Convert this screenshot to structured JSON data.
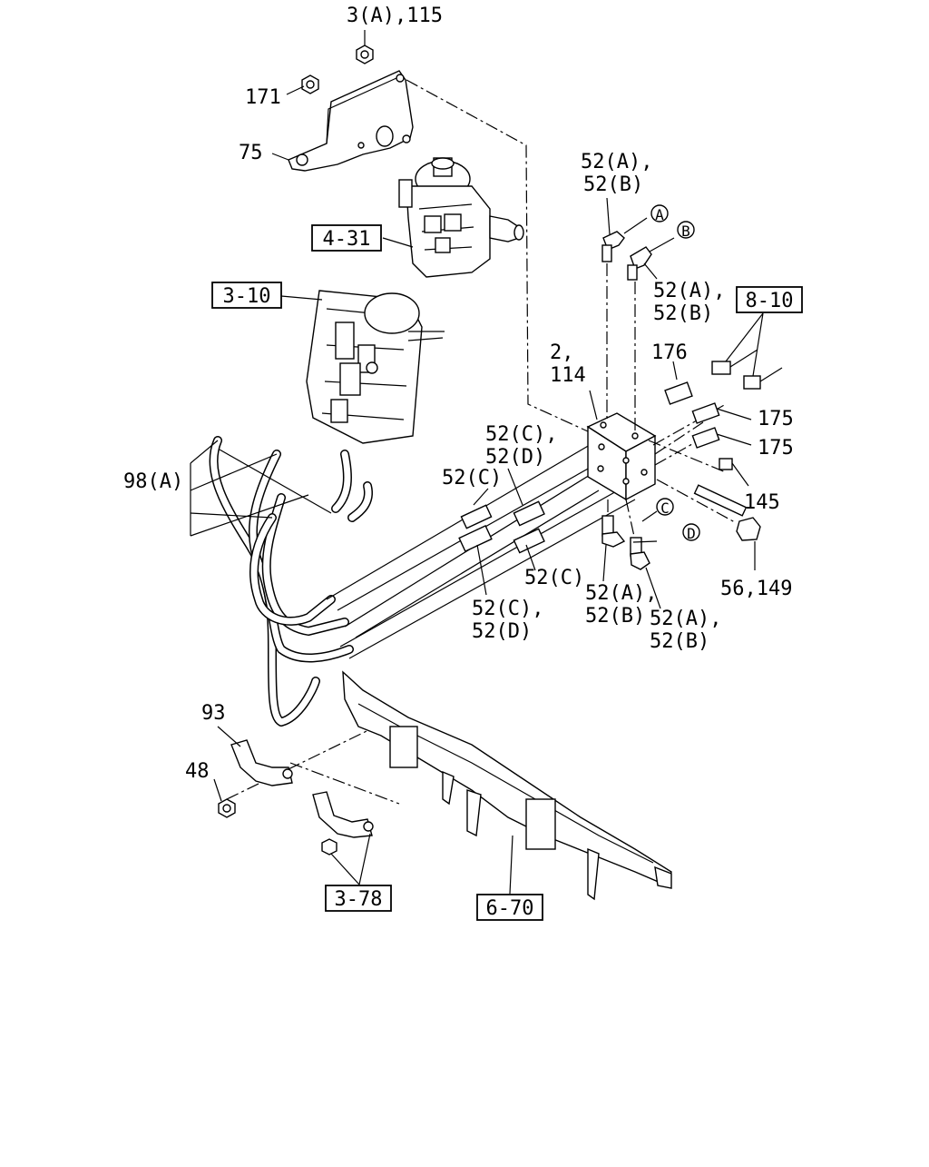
{
  "callouts": {
    "c_3a_115": "3(A),115",
    "c_171": "171",
    "c_75": "75",
    "c_52ab_top1": "52(A),",
    "c_52ab_top2": "52(B)",
    "c_a": "A",
    "c_b": "B",
    "c_52ab_right1": "52(A),",
    "c_52ab_right2": "52(B)",
    "c_2": "2,",
    "c_114": "114",
    "c_176": "176",
    "c_175a": "175",
    "c_175b": "175",
    "c_145": "145",
    "c_56_149": "56,149",
    "c_52cd_1": "52(C),",
    "c_52cd_2": "52(D)",
    "c_52c_left": "52(C)",
    "c_52c_mid": "52(C)",
    "c_52cd_bot1": "52(C),",
    "c_52cd_bot2": "52(D)",
    "c_c": "C",
    "c_d": "D",
    "c_52ab_b1": "52(A),",
    "c_52ab_b2": "52(B)",
    "c_52ab_b3": "52(A),",
    "c_52ab_b4": "52(B)",
    "c_98a": "98(A)",
    "c_93": "93",
    "c_48": "48"
  },
  "refs": {
    "r_4_31": "4-31",
    "r_3_10": "3-10",
    "r_8_10": "8-10",
    "r_3_78": "3-78",
    "r_6_70": "6-70"
  }
}
